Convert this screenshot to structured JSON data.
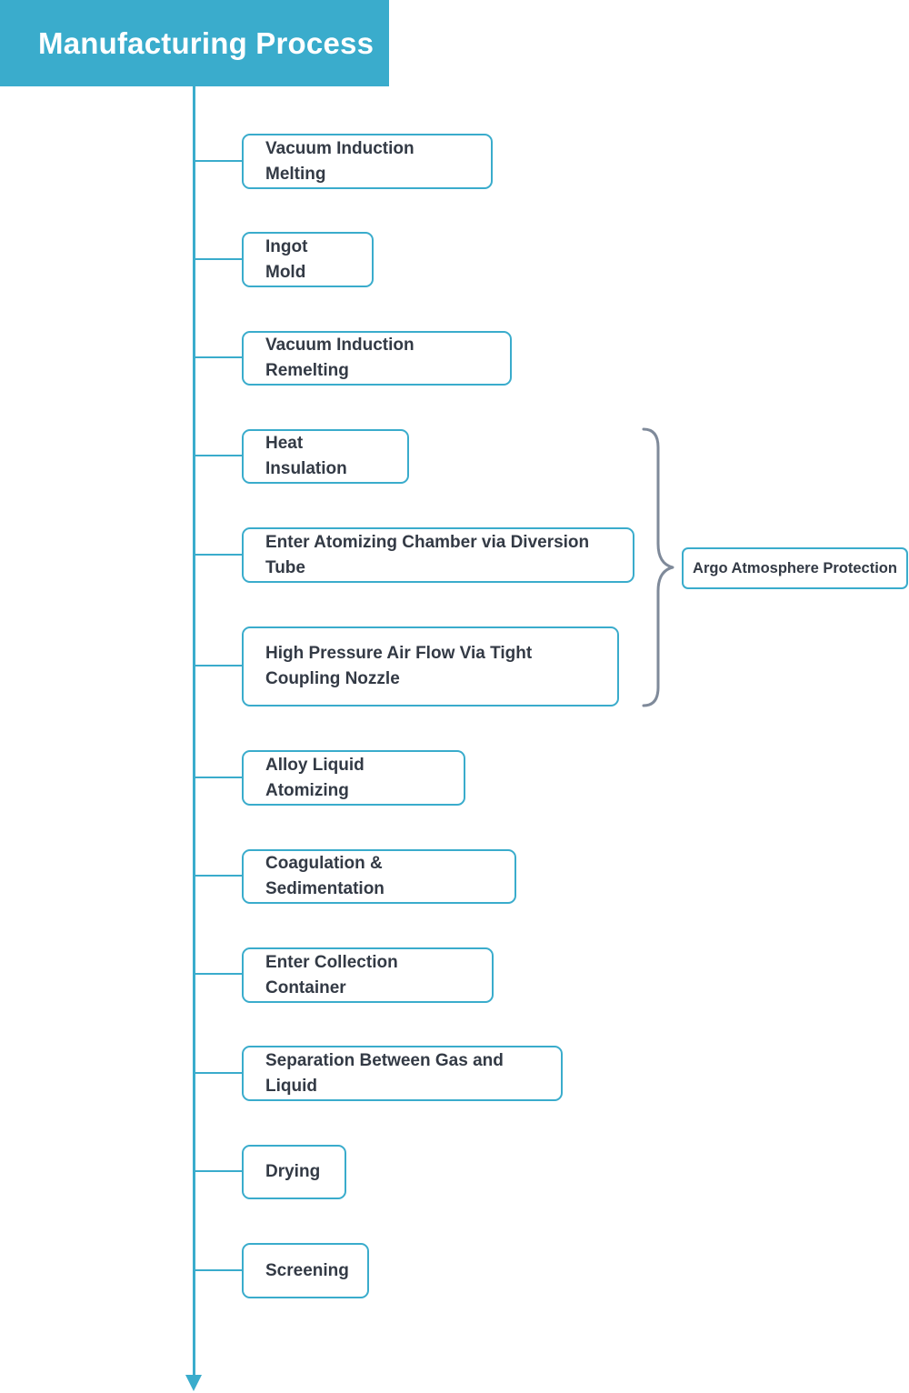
{
  "title": "Manufacturing Process",
  "colors": {
    "accent": "#3aaccc",
    "text": "#333a45",
    "brace": "#7f8a9a"
  },
  "steps": [
    {
      "label": "Vacuum Induction Melting"
    },
    {
      "label": "Ingot Mold"
    },
    {
      "label": "Vacuum Induction Remelting"
    },
    {
      "label": "Heat Insulation"
    },
    {
      "label": "Enter Atomizing Chamber via Diversion Tube"
    },
    {
      "label": "High Pressure Air Flow Via Tight Coupling Nozzle"
    },
    {
      "label": "Alloy Liquid Atomizing"
    },
    {
      "label": "Coagulation & Sedimentation"
    },
    {
      "label": "Enter Collection Container"
    },
    {
      "label": "Separation Between Gas and Liquid"
    },
    {
      "label": "Drying"
    },
    {
      "label": "Screening"
    }
  ],
  "group_note": {
    "label": "Argo Atmosphere Protection",
    "applies_to_steps": [
      4,
      5,
      6
    ]
  }
}
